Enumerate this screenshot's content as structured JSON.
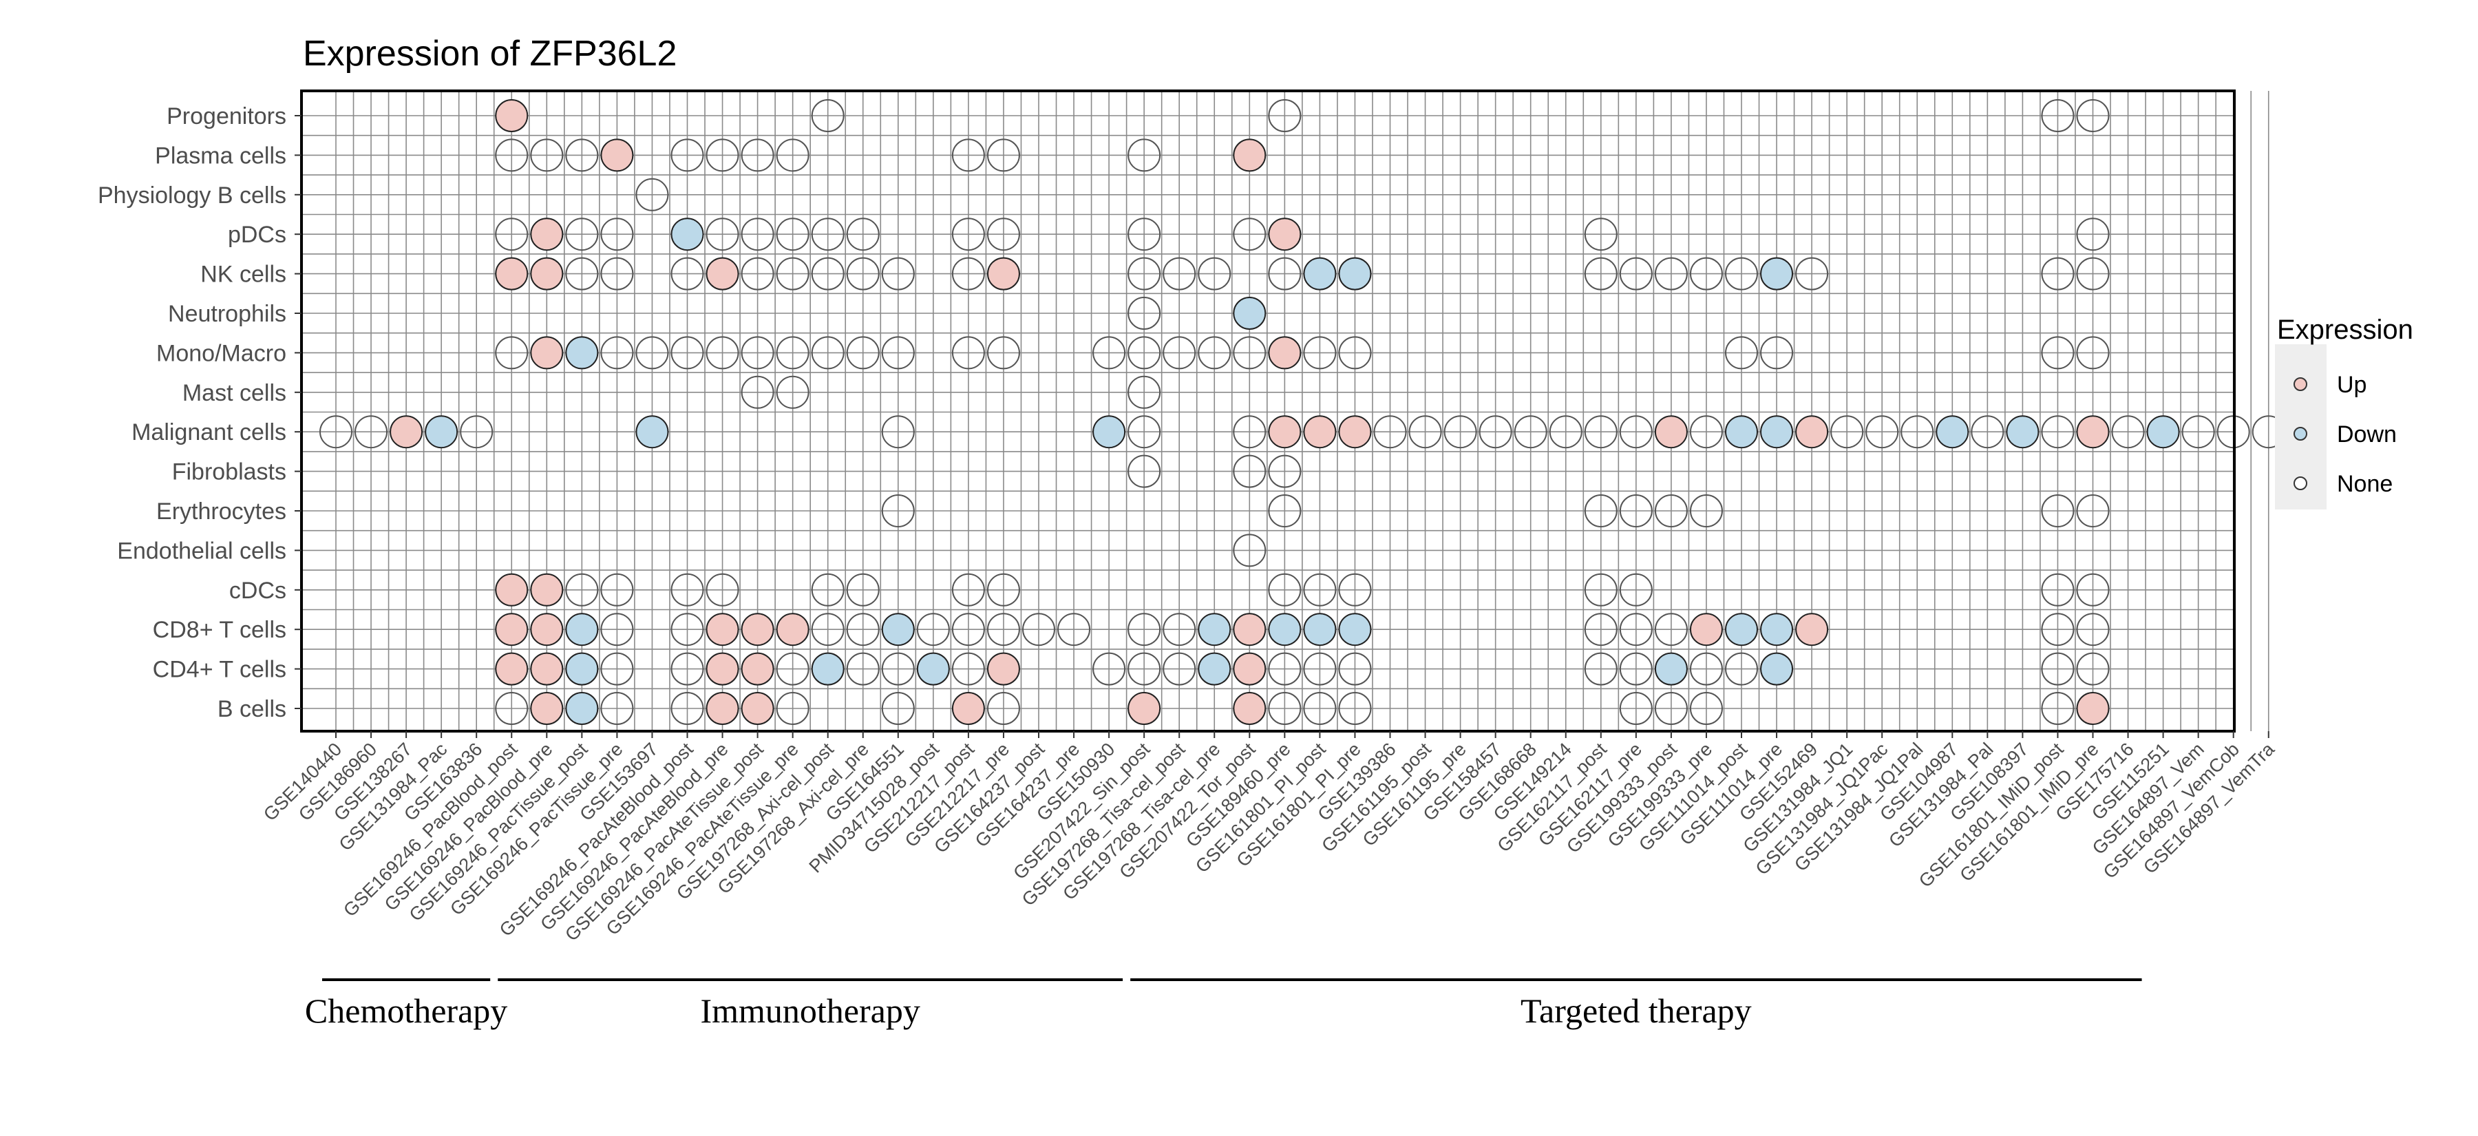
{
  "chart_data": {
    "type": "dot-matrix",
    "title": "Expression of ZFP36L2",
    "legend": {
      "title": "Expression",
      "placement": "right",
      "entries": [
        {
          "key": "Up",
          "label": "Up",
          "color": "#f2c9c4"
        },
        {
          "key": "Down",
          "label": "Down",
          "color": "#bcd9e9"
        },
        {
          "key": "None",
          "label": "None",
          "color": "#ffffff"
        }
      ]
    },
    "rows": [
      "Progenitors",
      "Plasma cells",
      "Physiology B cells",
      "pDCs",
      "NK cells",
      "Neutrophils",
      "Mono/Macro",
      "Mast cells",
      "Malignant cells",
      "Fibroblasts",
      "Erythrocytes",
      "Endothelial cells",
      "cDCs",
      "CD8+ T cells",
      "CD4+ T cells",
      "B cells"
    ],
    "columns": [
      "GSE140440",
      "GSE186960",
      "GSE138267",
      "GSE131984_Pac",
      "GSE163836",
      "GSE169246_PacBlood_post",
      "GSE169246_PacBlood_pre",
      "GSE169246_PacTissue_post",
      "GSE169246_PacTissue_pre",
      "GSE153697",
      "GSE169246_PacAteBlood_post",
      "GSE169246_PacAteBlood_pre",
      "GSE169246_PacAteTissue_post",
      "GSE169246_PacAteTissue_pre",
      "GSE197268_Axi-cel_post",
      "GSE197268_Axi-cel_pre",
      "GSE164551",
      "PMID34715028_post",
      "GSE212217_post",
      "GSE212217_pre",
      "GSE164237_post",
      "GSE164237_pre",
      "GSE150930",
      "GSE207422_Sin_post",
      "GSE197268_Tisa-cel_post",
      "GSE197268_Tisa-cel_pre",
      "GSE207422_Tor_post",
      "GSE189460_pre",
      "GSE161801_PI_post",
      "GSE161801_PI_pre",
      "GSE139386",
      "GSE161195_post",
      "GSE161195_pre",
      "GSE158457",
      "GSE168668",
      "GSE149214",
      "GSE162117_post",
      "GSE162117_pre",
      "GSE199333_post",
      "GSE199333_pre",
      "GSE111014_post",
      "GSE111014_pre",
      "GSE152469",
      "GSE131984_JQ1",
      "GSE131984_JQ1Pac",
      "GSE131984_JQ1Pal",
      "GSE104987",
      "GSE131984_Pal",
      "GSE108397",
      "GSE161801_IMiD_post",
      "GSE161801_IMiD_pre",
      "GSE175716",
      "GSE115251",
      "GSE164897_Vem",
      "GSE164897_VemCob",
      "GSE164897_VemTra"
    ],
    "points": [
      [
        "Progenitors",
        [
          [
            5,
            "Up"
          ],
          [
            14,
            "None"
          ],
          [
            27,
            "None"
          ],
          [
            49,
            "None"
          ],
          [
            50,
            "None"
          ]
        ]
      ],
      [
        "Plasma cells",
        [
          [
            5,
            "None"
          ],
          [
            6,
            "None"
          ],
          [
            7,
            "None"
          ],
          [
            8,
            "Up"
          ],
          [
            10,
            "None"
          ],
          [
            11,
            "None"
          ],
          [
            12,
            "None"
          ],
          [
            13,
            "None"
          ],
          [
            18,
            "None"
          ],
          [
            19,
            "None"
          ],
          [
            23,
            "None"
          ],
          [
            26,
            "Up"
          ]
        ]
      ],
      [
        "Physiology B cells",
        [
          [
            9,
            "None"
          ]
        ]
      ],
      [
        "pDCs",
        [
          [
            5,
            "None"
          ],
          [
            6,
            "Up"
          ],
          [
            7,
            "None"
          ],
          [
            8,
            "None"
          ],
          [
            10,
            "Down"
          ],
          [
            11,
            "None"
          ],
          [
            12,
            "None"
          ],
          [
            13,
            "None"
          ],
          [
            14,
            "None"
          ],
          [
            15,
            "None"
          ],
          [
            18,
            "None"
          ],
          [
            19,
            "None"
          ],
          [
            23,
            "None"
          ],
          [
            26,
            "None"
          ],
          [
            27,
            "Up"
          ],
          [
            36,
            "None"
          ],
          [
            50,
            "None"
          ]
        ]
      ],
      [
        "NK cells",
        [
          [
            5,
            "Up"
          ],
          [
            6,
            "Up"
          ],
          [
            7,
            "None"
          ],
          [
            8,
            "None"
          ],
          [
            10,
            "None"
          ],
          [
            11,
            "Up"
          ],
          [
            12,
            "None"
          ],
          [
            13,
            "None"
          ],
          [
            14,
            "None"
          ],
          [
            15,
            "None"
          ],
          [
            16,
            "None"
          ],
          [
            18,
            "None"
          ],
          [
            19,
            "Up"
          ],
          [
            23,
            "None"
          ],
          [
            24,
            "None"
          ],
          [
            25,
            "None"
          ],
          [
            27,
            "None"
          ],
          [
            28,
            "Down"
          ],
          [
            29,
            "Down"
          ],
          [
            36,
            "None"
          ],
          [
            37,
            "None"
          ],
          [
            38,
            "None"
          ],
          [
            39,
            "None"
          ],
          [
            40,
            "None"
          ],
          [
            41,
            "Down"
          ],
          [
            42,
            "None"
          ],
          [
            49,
            "None"
          ],
          [
            50,
            "None"
          ]
        ]
      ],
      [
        "Neutrophils",
        [
          [
            23,
            "None"
          ],
          [
            26,
            "Down"
          ]
        ]
      ],
      [
        "Mono/Macro",
        [
          [
            5,
            "None"
          ],
          [
            6,
            "Up"
          ],
          [
            7,
            "Down"
          ],
          [
            8,
            "None"
          ],
          [
            9,
            "None"
          ],
          [
            10,
            "None"
          ],
          [
            11,
            "None"
          ],
          [
            12,
            "None"
          ],
          [
            13,
            "None"
          ],
          [
            14,
            "None"
          ],
          [
            15,
            "None"
          ],
          [
            16,
            "None"
          ],
          [
            18,
            "None"
          ],
          [
            19,
            "None"
          ],
          [
            22,
            "None"
          ],
          [
            23,
            "None"
          ],
          [
            24,
            "None"
          ],
          [
            25,
            "None"
          ],
          [
            26,
            "None"
          ],
          [
            27,
            "Up"
          ],
          [
            28,
            "None"
          ],
          [
            29,
            "None"
          ],
          [
            40,
            "None"
          ],
          [
            41,
            "None"
          ],
          [
            49,
            "None"
          ],
          [
            50,
            "None"
          ]
        ]
      ],
      [
        "Mast cells",
        [
          [
            12,
            "None"
          ],
          [
            13,
            "None"
          ],
          [
            23,
            "None"
          ]
        ]
      ],
      [
        "Malignant cells",
        [
          [
            0,
            "None"
          ],
          [
            1,
            "None"
          ],
          [
            2,
            "Up"
          ],
          [
            3,
            "Down"
          ],
          [
            4,
            "None"
          ],
          [
            9,
            "Down"
          ],
          [
            16,
            "None"
          ],
          [
            22,
            "Down"
          ],
          [
            23,
            "None"
          ],
          [
            26,
            "None"
          ],
          [
            27,
            "Up"
          ],
          [
            28,
            "Up"
          ],
          [
            29,
            "Up"
          ],
          [
            30,
            "None"
          ],
          [
            31,
            "None"
          ],
          [
            32,
            "None"
          ],
          [
            33,
            "None"
          ],
          [
            34,
            "None"
          ],
          [
            35,
            "None"
          ],
          [
            36,
            "None"
          ],
          [
            37,
            "None"
          ],
          [
            38,
            "Up"
          ],
          [
            39,
            "None"
          ],
          [
            40,
            "Down"
          ],
          [
            41,
            "Down"
          ],
          [
            42,
            "Up"
          ],
          [
            43,
            "None"
          ],
          [
            44,
            "None"
          ],
          [
            45,
            "None"
          ],
          [
            46,
            "Down"
          ],
          [
            47,
            "None"
          ],
          [
            48,
            "Down"
          ],
          [
            49,
            "None"
          ],
          [
            50,
            "Up"
          ],
          [
            51,
            "None"
          ],
          [
            52,
            "Down"
          ],
          [
            53,
            "None"
          ],
          [
            54,
            "None"
          ],
          [
            55,
            "None"
          ]
        ]
      ],
      [
        "Fibroblasts",
        [
          [
            23,
            "None"
          ],
          [
            26,
            "None"
          ],
          [
            27,
            "None"
          ]
        ]
      ],
      [
        "Erythrocytes",
        [
          [
            16,
            "None"
          ],
          [
            27,
            "None"
          ],
          [
            36,
            "None"
          ],
          [
            37,
            "None"
          ],
          [
            38,
            "None"
          ],
          [
            39,
            "None"
          ],
          [
            49,
            "None"
          ],
          [
            50,
            "None"
          ]
        ]
      ],
      [
        "Endothelial cells",
        [
          [
            26,
            "None"
          ]
        ]
      ],
      [
        "cDCs",
        [
          [
            5,
            "Up"
          ],
          [
            6,
            "Up"
          ],
          [
            7,
            "None"
          ],
          [
            8,
            "None"
          ],
          [
            10,
            "None"
          ],
          [
            11,
            "None"
          ],
          [
            14,
            "None"
          ],
          [
            15,
            "None"
          ],
          [
            18,
            "None"
          ],
          [
            19,
            "None"
          ],
          [
            27,
            "None"
          ],
          [
            28,
            "None"
          ],
          [
            29,
            "None"
          ],
          [
            36,
            "None"
          ],
          [
            37,
            "None"
          ],
          [
            49,
            "None"
          ],
          [
            50,
            "None"
          ]
        ]
      ],
      [
        "CD8+ T cells",
        [
          [
            5,
            "Up"
          ],
          [
            6,
            "Up"
          ],
          [
            7,
            "Down"
          ],
          [
            8,
            "None"
          ],
          [
            10,
            "None"
          ],
          [
            11,
            "Up"
          ],
          [
            12,
            "Up"
          ],
          [
            13,
            "Up"
          ],
          [
            14,
            "None"
          ],
          [
            15,
            "None"
          ],
          [
            16,
            "Down"
          ],
          [
            17,
            "None"
          ],
          [
            18,
            "None"
          ],
          [
            19,
            "None"
          ],
          [
            20,
            "None"
          ],
          [
            21,
            "None"
          ],
          [
            23,
            "None"
          ],
          [
            24,
            "None"
          ],
          [
            25,
            "Down"
          ],
          [
            26,
            "Up"
          ],
          [
            27,
            "Down"
          ],
          [
            28,
            "Down"
          ],
          [
            29,
            "Down"
          ],
          [
            36,
            "None"
          ],
          [
            37,
            "None"
          ],
          [
            38,
            "None"
          ],
          [
            39,
            "Up"
          ],
          [
            40,
            "Down"
          ],
          [
            41,
            "Down"
          ],
          [
            42,
            "Up"
          ],
          [
            49,
            "None"
          ],
          [
            50,
            "None"
          ]
        ]
      ],
      [
        "CD4+ T cells",
        [
          [
            5,
            "Up"
          ],
          [
            6,
            "Up"
          ],
          [
            7,
            "Down"
          ],
          [
            8,
            "None"
          ],
          [
            10,
            "None"
          ],
          [
            11,
            "Up"
          ],
          [
            12,
            "Up"
          ],
          [
            13,
            "None"
          ],
          [
            14,
            "Down"
          ],
          [
            15,
            "None"
          ],
          [
            16,
            "None"
          ],
          [
            17,
            "Down"
          ],
          [
            18,
            "None"
          ],
          [
            19,
            "Up"
          ],
          [
            22,
            "None"
          ],
          [
            23,
            "None"
          ],
          [
            24,
            "None"
          ],
          [
            25,
            "Down"
          ],
          [
            26,
            "Up"
          ],
          [
            27,
            "None"
          ],
          [
            28,
            "None"
          ],
          [
            29,
            "None"
          ],
          [
            36,
            "None"
          ],
          [
            37,
            "None"
          ],
          [
            38,
            "Down"
          ],
          [
            39,
            "None"
          ],
          [
            40,
            "None"
          ],
          [
            41,
            "Down"
          ],
          [
            49,
            "None"
          ],
          [
            50,
            "None"
          ]
        ]
      ],
      [
        "B cells",
        [
          [
            5,
            "None"
          ],
          [
            6,
            "Up"
          ],
          [
            7,
            "Down"
          ],
          [
            8,
            "None"
          ],
          [
            10,
            "None"
          ],
          [
            11,
            "Up"
          ],
          [
            12,
            "Up"
          ],
          [
            13,
            "None"
          ],
          [
            16,
            "None"
          ],
          [
            18,
            "Up"
          ],
          [
            19,
            "None"
          ],
          [
            23,
            "Up"
          ],
          [
            26,
            "Up"
          ],
          [
            27,
            "None"
          ],
          [
            28,
            "None"
          ],
          [
            29,
            "None"
          ],
          [
            37,
            "None"
          ],
          [
            38,
            "None"
          ],
          [
            39,
            "None"
          ],
          [
            49,
            "None"
          ],
          [
            50,
            "Up"
          ]
        ]
      ]
    ],
    "groups": [
      {
        "label": "Chemotherapy",
        "first_column": 0,
        "last_column": 4
      },
      {
        "label": "Immunotherapy",
        "first_column": 5,
        "last_column": 22
      },
      {
        "label": "Targeted therapy",
        "first_column": 23,
        "last_column": 51
      }
    ]
  }
}
